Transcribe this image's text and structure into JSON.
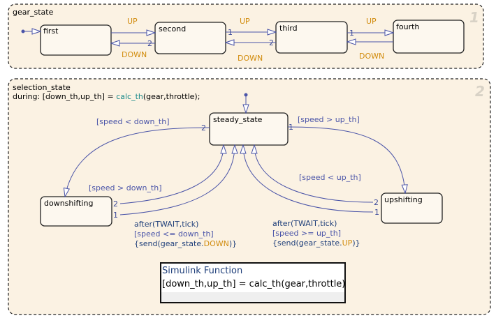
{
  "colors": {
    "chart_bg": "#fbf2e3",
    "state_fill": "#fdf8ef",
    "transition": "#4a54a8",
    "event": "#d18b0c",
    "guard": "#4a54a8",
    "function_name": "#1b8a8a"
  },
  "charts": [
    {
      "name": "gear_state",
      "order": "1",
      "states": [
        "first",
        "second",
        "third",
        "fourth"
      ],
      "transitions": [
        {
          "from": "first",
          "to": "second",
          "label": "UP"
        },
        {
          "from": "second",
          "to": "first",
          "label": "DOWN",
          "priority": "2"
        },
        {
          "from": "second",
          "to": "third",
          "label": "UP",
          "priority": "1"
        },
        {
          "from": "third",
          "to": "second",
          "label": "DOWN",
          "priority": "2"
        },
        {
          "from": "third",
          "to": "fourth",
          "label": "UP",
          "priority": "1"
        },
        {
          "from": "fourth",
          "to": "third",
          "label": "DOWN"
        }
      ]
    },
    {
      "name": "selection_state",
      "order": "2",
      "during_prefix": "during: [down_th,up_th] = ",
      "during_func": "calc_th",
      "during_suffix": "(gear,throttle);",
      "states": [
        "steady_state",
        "downshifting",
        "upshifting"
      ]
    }
  ],
  "labels": {
    "ss_to_down": "[speed < down_th]",
    "ss_to_up": "[speed > up_th]",
    "down_to_ss": "[speed > down_th]",
    "up_to_ss": "[speed < up_th]",
    "down_after": "after(TWAIT,tick)",
    "down_guard": "[speed <= down_th]",
    "down_send_prefix": "{send(gear_state.",
    "down_send_event": "DOWN",
    "down_send_suffix": ")}",
    "up_after": "after(TWAIT,tick)",
    "up_guard": "[speed >= up_th]",
    "up_send_prefix": "{send(gear_state.",
    "up_send_event": "UP",
    "up_send_suffix": ")}"
  },
  "priorities": {
    "one": "1",
    "two": "2"
  },
  "simulink_function": {
    "title": "Simulink Function",
    "signature": "[down_th,up_th] = calc_th(gear,throttle)"
  }
}
